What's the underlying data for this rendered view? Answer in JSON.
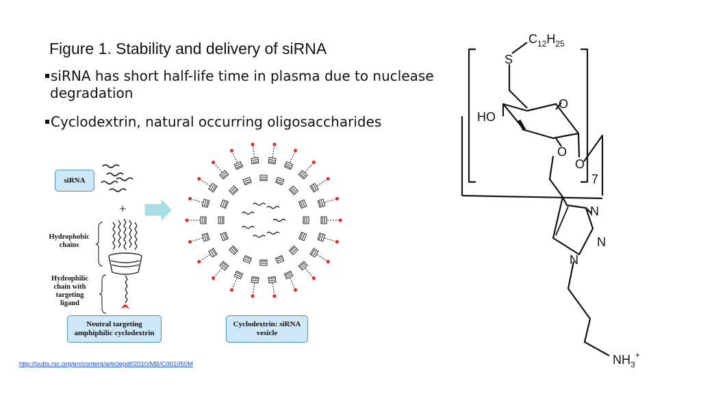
{
  "slide": {
    "title": "Figure 1. Stability and delivery of siRNA",
    "bullets": [
      {
        "line1": "siRNA has short half-life time in plasma due to nuclease",
        "line2": "degradation"
      },
      {
        "line1": "Cyclodextrin, natural occurring oligosaccharides"
      }
    ],
    "link": "http://pubs.rsc.org/en/content/articlepdf/2010/MB/C001050M"
  },
  "diagram": {
    "sirna_box": "siRNA",
    "plus": "+",
    "hydrophobic_label": [
      "Hydrophobic",
      "chains"
    ],
    "hydrophilic_label": [
      "Hydrophilic",
      "chain with",
      "targeting",
      "ligand"
    ],
    "neutral_box": [
      "Neutral targeting",
      "amphiphilic cyclodextrin"
    ],
    "vesicle_box": [
      "Cyclodextrin: siRNA",
      "vesicle"
    ],
    "arrow_color": "#a8dde6",
    "ligand_color": "#e0302a"
  },
  "structure": {
    "alkyl_c": "C",
    "alkyl_c_sub": "12",
    "alkyl_h": "H",
    "alkyl_h_sub": "25",
    "s": "S",
    "ho": "HO",
    "o_ring": "O",
    "o_glyco": "O",
    "o_lower": "O",
    "repeat": "7",
    "n1": "N",
    "n2": "N",
    "n3": "N",
    "amine": "NH",
    "amine_sub": "3",
    "amine_charge": "+"
  }
}
